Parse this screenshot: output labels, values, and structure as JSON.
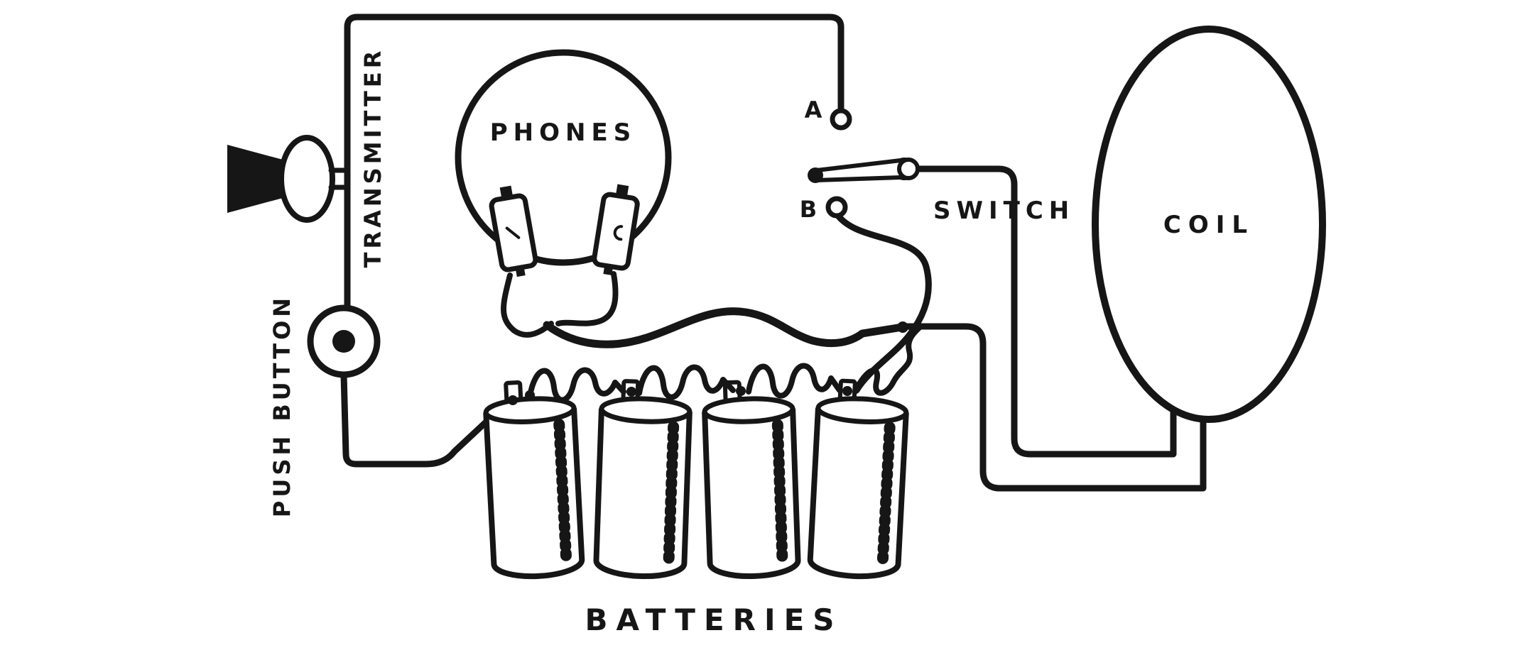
{
  "figure": {
    "background": "#ffffff",
    "ink": "#161616",
    "battery_count": 4,
    "labels": {
      "transmitter": "TRANSMITTER",
      "push_button": "PUSH BUTTON",
      "phones": "PHONES",
      "terminal_a": "A",
      "terminal_b": "B",
      "switch": "SWITCH",
      "coil": "COIL",
      "batteries": "BATTERIES"
    }
  }
}
